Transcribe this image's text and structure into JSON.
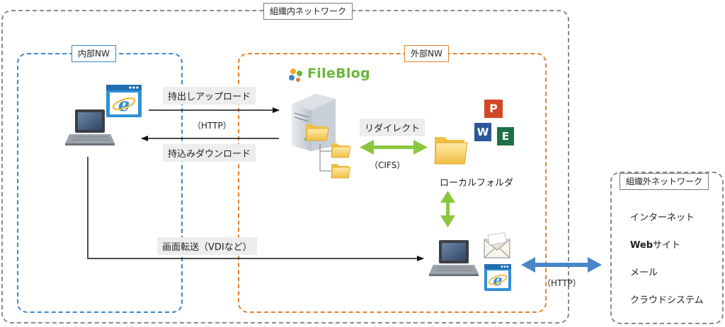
{
  "zones": {
    "org_network": "組織内ネットワーク",
    "internal_nw": "内部NW",
    "external_nw": "外部NW",
    "outside_network": "組織外ネットワーク"
  },
  "flows": {
    "upload": "持出しアップロード",
    "http_1": "（HTTP）",
    "download": "持込みダウンロード",
    "redirect": "リダイレクト",
    "cifs": "（CIFS）",
    "screen_transfer": "画面転送（VDIなど）",
    "http_2": "（HTTP）"
  },
  "logo": {
    "name": "FileBlog",
    "color": "#6bb53b"
  },
  "labels": {
    "local_folder": "ローカルフォルダ"
  },
  "office_icons": {
    "powerpoint": "P",
    "word": "W",
    "excel": "E"
  },
  "outside_items": [
    {
      "label": "インターネット",
      "bold_prefix": ""
    },
    {
      "label": "サイト",
      "bold_prefix": "Web"
    },
    {
      "label": "メール",
      "bold_prefix": ""
    },
    {
      "label": "クラウドシステム",
      "bold_prefix": ""
    }
  ],
  "colors": {
    "org_border": "#8a8a8a",
    "internal_border": "#3a87c8",
    "external_border": "#e0832a",
    "green_arrow": "#8cc63f",
    "blue_arrow": "#4a86c8"
  }
}
